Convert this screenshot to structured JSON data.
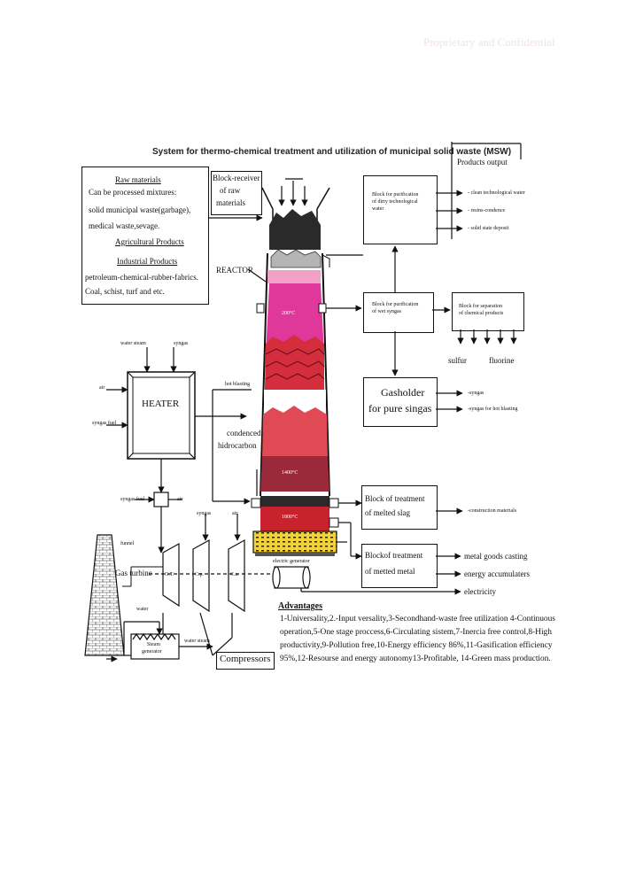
{
  "watermark": "Proprietary and Confidential",
  "title": "System for thermo-chemical treatment and utilization of municipal solid waste (MSW)",
  "raw_materials": {
    "heading": "Raw materials",
    "line1": "Can be processed mixtures:",
    "line2": "solid municipal waste(garbage),",
    "line3": "medical waste,sevage.",
    "agri": "Agricultural Products",
    "industrial": "Industrial Products",
    "line4": "petroleum-chemical-rubber-fabrics.",
    "line5": "Coal, schist, turf and etc."
  },
  "block_receiver": {
    "line1": "Block-receiver",
    "line2": "of raw",
    "line3": "materials"
  },
  "reactor_label": "REACTOR",
  "temps": {
    "t200": "200°C",
    "t1400": "1400°C",
    "t1800": "1800°C"
  },
  "purif_water": {
    "line1": "Block for purification",
    "line2": "of dirty technological",
    "line3": "water"
  },
  "products_output": "Products output",
  "water_outputs": [
    "- clean technological water",
    "- resins-condence",
    "- solid state deposit"
  ],
  "purif_syngas": {
    "line1": "Block for purification",
    "line2": "of wet syngas"
  },
  "separation": {
    "line1": "Block for separation",
    "line2": "of chemical products"
  },
  "sulfur": "sulfur",
  "fluorine": "fluorine",
  "gasholder": {
    "line1": "Gasholder",
    "line2": "for pure singas"
  },
  "gas_outputs": [
    "-syngas",
    "-syngas for hot blasting"
  ],
  "slag": {
    "line1": "Block of treatment",
    "line2": "of melted slag"
  },
  "slag_output": "-construction materials",
  "metal": {
    "line1": "Blockof treatment",
    "line2": "of metted metal"
  },
  "metal_outputs": [
    "metal goods casting",
    "energy accumulaters",
    "electricity"
  ],
  "heater": {
    "label": "HEATER",
    "water_steam": "water steam",
    "syngas": "syngas",
    "air": "air",
    "syngas_fuel": "syngas fuel",
    "hot_blasting": "hot blasting"
  },
  "condensed": {
    "line1": "condenced",
    "line2": "hidrocarbon"
  },
  "turbine": {
    "syngas_fuel": "syngas fuel",
    "air": "air",
    "funnel": "funnel",
    "gas_turbine": "Gas turbine",
    "syngas": "syngas",
    "air2": "air",
    "gt": "G.T.",
    "cp": "C.p.",
    "ca": "C.a.",
    "generator": "electric generator",
    "water": "water",
    "steam_gen1": "Steam",
    "steam_gen2": "generator",
    "water_steam": "water steam",
    "compressors": "Compressors"
  },
  "advantages": {
    "label": "Advantages",
    "text": "1-Universality,2.-Input versality,3-Secondhand-waste free utilization 4-Continuous operation,5-One stage proccess,6-Circulating sistem,7-Inercia free control,8-High productivity,9-Pollution free,10-Energy efficiency 86%,11-Gasification efficiency 95%,12-Resourse and energy autonomy13-Profitable, 14-Green mass production."
  },
  "colors": {
    "magenta": "#e0389a",
    "pink": "#f07bb0",
    "red": "#d42d3c",
    "dark_red": "#8a1f2e",
    "slag_yellow": "#f2d23a",
    "charge_dark": "#2a2a2a",
    "grey": "#9a9a9a"
  }
}
